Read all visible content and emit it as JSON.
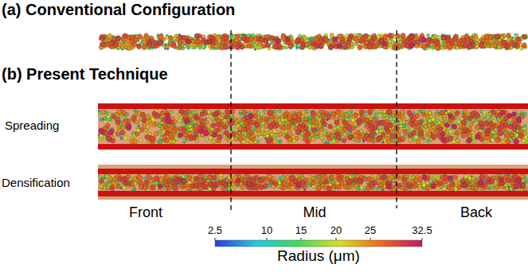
{
  "diagram": {
    "labels": [
      "(a) Conventional Configuration",
      "(b) Present Technique",
      "Spreading",
      "Densification",
      "Front",
      "Mid",
      "Back",
      "2.5",
      "10",
      "15",
      "20",
      "25",
      "32.5",
      "Radius (μm)"
    ]
  }
}
